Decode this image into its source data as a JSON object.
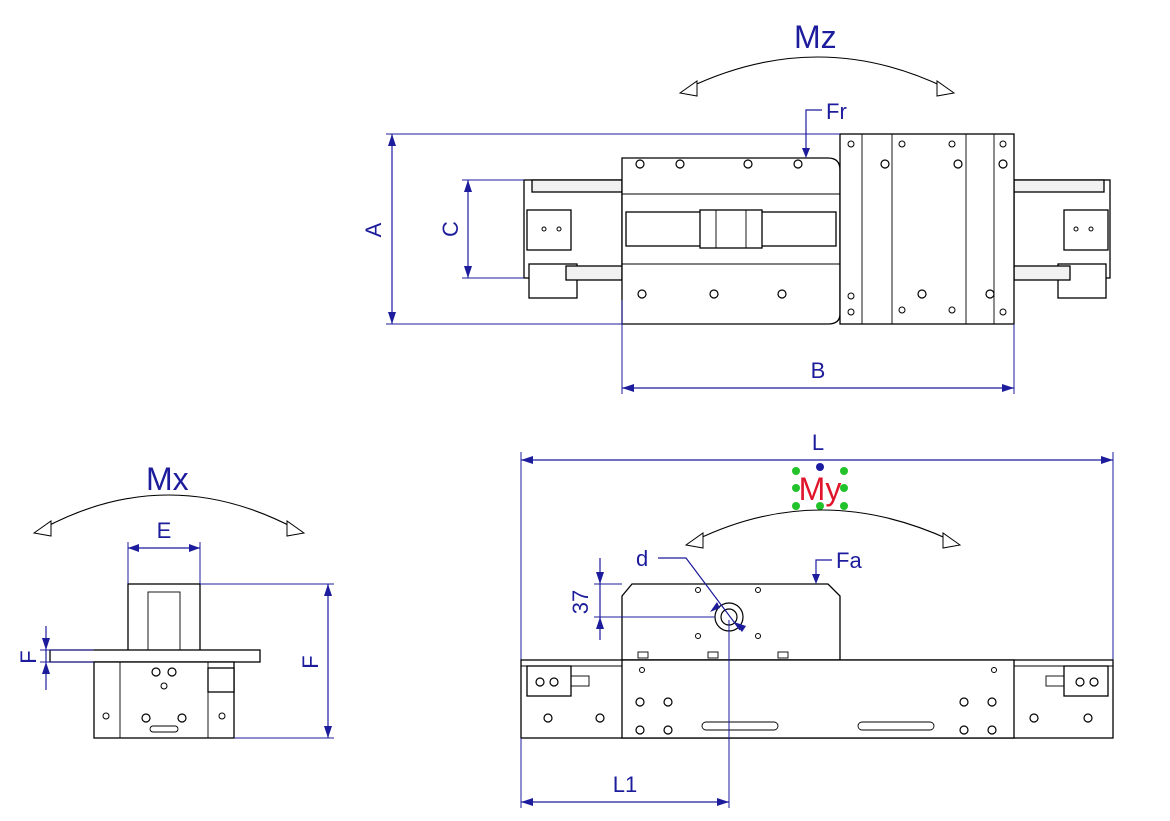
{
  "labels": {
    "mz": "Mz",
    "fr": "Fr",
    "a": "A",
    "c": "C",
    "b": "B",
    "mx": "Mx",
    "e": "E",
    "f_left": "F",
    "f_right": "F",
    "l": "L",
    "my": "My",
    "d": "d",
    "fa": "Fa",
    "dim_37": "37",
    "l1": "L1"
  },
  "colors": {
    "dimension": "#1c1c9c",
    "selected_text": "#e0142b",
    "handle_green": "#22c32a",
    "handle_blue": "#1c1ca0"
  }
}
